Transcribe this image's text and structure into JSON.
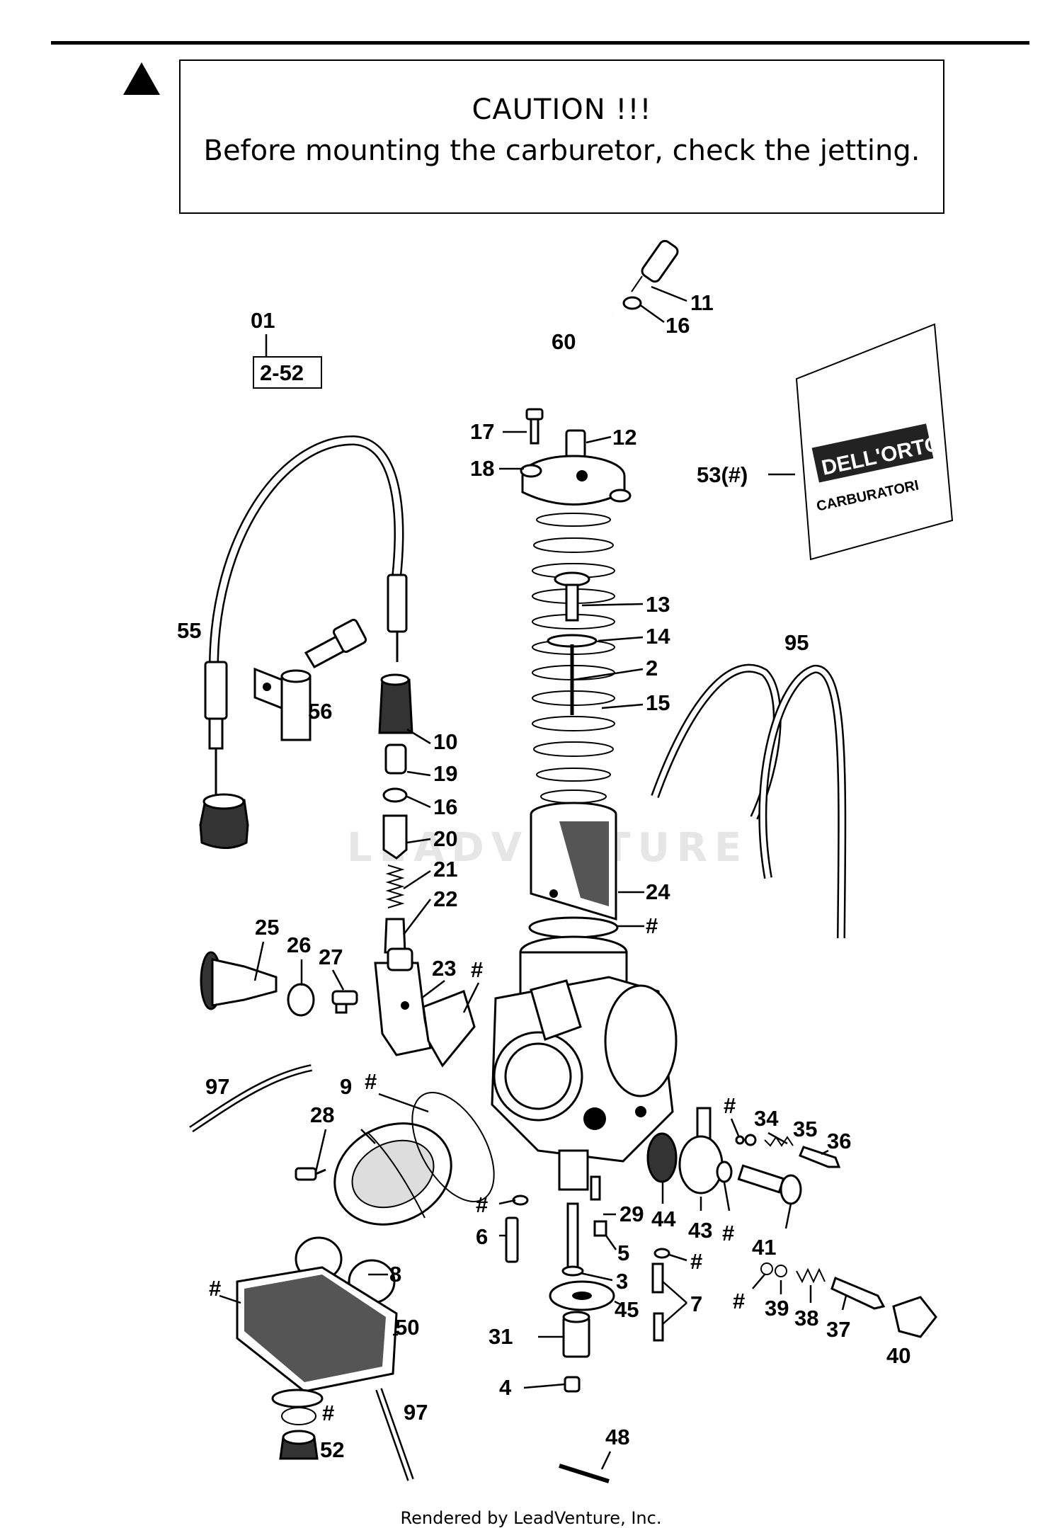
{
  "caution": {
    "title": "CAUTION !!!",
    "text": "Before mounting the carburetor, check the jetting."
  },
  "assembly_ref": {
    "number": "01",
    "range": "2-52"
  },
  "kit_bag_text": {
    "brand": "DELL'ORTO",
    "line": "CARBURATORI"
  },
  "watermark": "LEADVENTURE",
  "footer": "Rendered by LeadVenture, Inc.",
  "callouts": {
    "c11": "11",
    "c16a": "16",
    "c60": "60",
    "c17": "17",
    "c12": "12",
    "c18": "18",
    "c53": "53(#)",
    "c13": "13",
    "c14": "14",
    "c2": "2",
    "c15": "15",
    "c95": "95",
    "c55": "55",
    "c56": "56",
    "c10": "10",
    "c19": "19",
    "c16b": "16",
    "c20": "20",
    "c21": "21",
    "c22": "22",
    "c24": "24",
    "h1": "#",
    "c25": "25",
    "c26": "26",
    "c27": "27",
    "c23": "23",
    "h2": "#",
    "c97a": "97",
    "c9": "9",
    "h3": "#",
    "c28": "28",
    "h4": "#",
    "c34": "34",
    "c35": "35",
    "c36": "36",
    "h5": "#",
    "c6": "6",
    "c29": "29",
    "c44": "44",
    "c43": "43",
    "h6": "#",
    "c41": "41",
    "c5": "5",
    "h7": "#",
    "c3": "3",
    "c7": "7",
    "h8": "#",
    "c8": "8",
    "c45": "45",
    "h9": "#",
    "c39": "39",
    "c38": "38",
    "c37": "37",
    "c40": "40",
    "c50": "50",
    "c31": "31",
    "c4": "4",
    "h10": "#",
    "c52": "52",
    "c97b": "97",
    "c48": "48"
  }
}
